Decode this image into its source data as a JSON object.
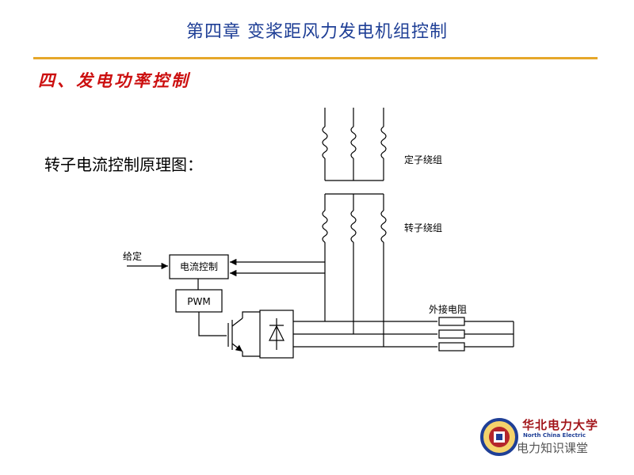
{
  "title": "第四章  变桨距风力发电机组控制",
  "section": "四、发电功率控制",
  "caption": "转子电流控制原理图：",
  "labels": {
    "stator_winding": "定子绕组",
    "rotor_winding": "转子绕组",
    "setpoint": "给定",
    "current_control": "电流控制",
    "pwm": "PWM",
    "external_resistor": "外接电阻"
  },
  "logo": {
    "school_name": "华北电力大学",
    "school_en": "North China Electric",
    "watermark": "电力知识课堂"
  },
  "colors": {
    "title": "#1f3f96",
    "rule": "#e6a72a",
    "section": "#cc1010"
  }
}
